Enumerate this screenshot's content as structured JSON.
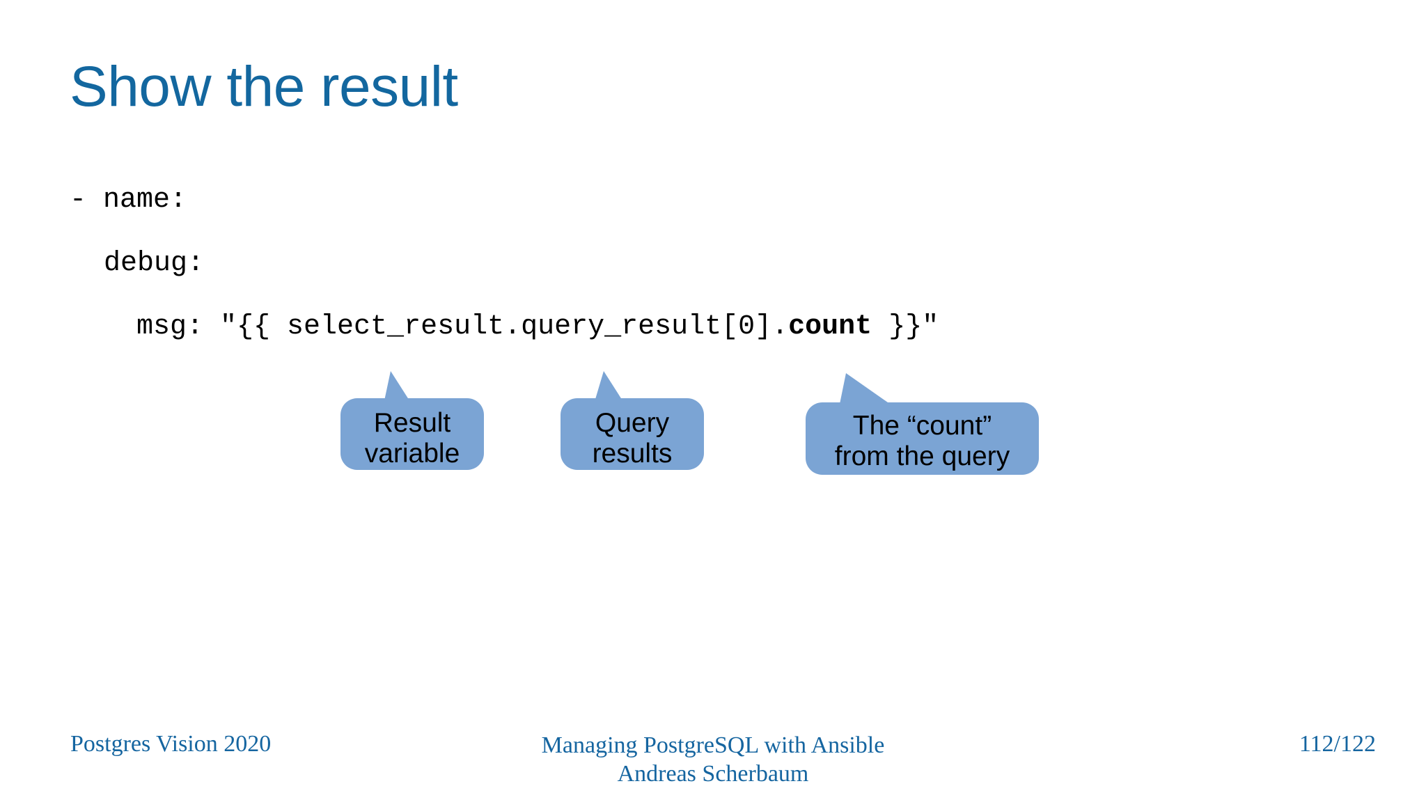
{
  "slide": {
    "title": "Show the result",
    "title_color": "#13679f",
    "background_color": "#ffffff"
  },
  "code": {
    "language": "yaml",
    "lines": [
      {
        "text": "- name:"
      },
      {
        "text": "debug:"
      },
      {
        "prefix": "msg: \"{{ select_result.query_result[0].",
        "bold": "count",
        "suffix": " }}\""
      }
    ]
  },
  "callouts": {
    "fill_color": "#7ba4d4",
    "text_color": "#000000",
    "items": [
      {
        "id": "result-variable",
        "text": "Result\nvariable"
      },
      {
        "id": "query-results",
        "text": "Query\nresults"
      },
      {
        "id": "count-from-query",
        "text": "The “count”\nfrom the query"
      }
    ]
  },
  "footer": {
    "left": "Postgres Vision 2020",
    "center": "Managing PostgreSQL with Ansible\nAndreas Scherbaum",
    "right": "112/122",
    "color": "#1565a0"
  }
}
